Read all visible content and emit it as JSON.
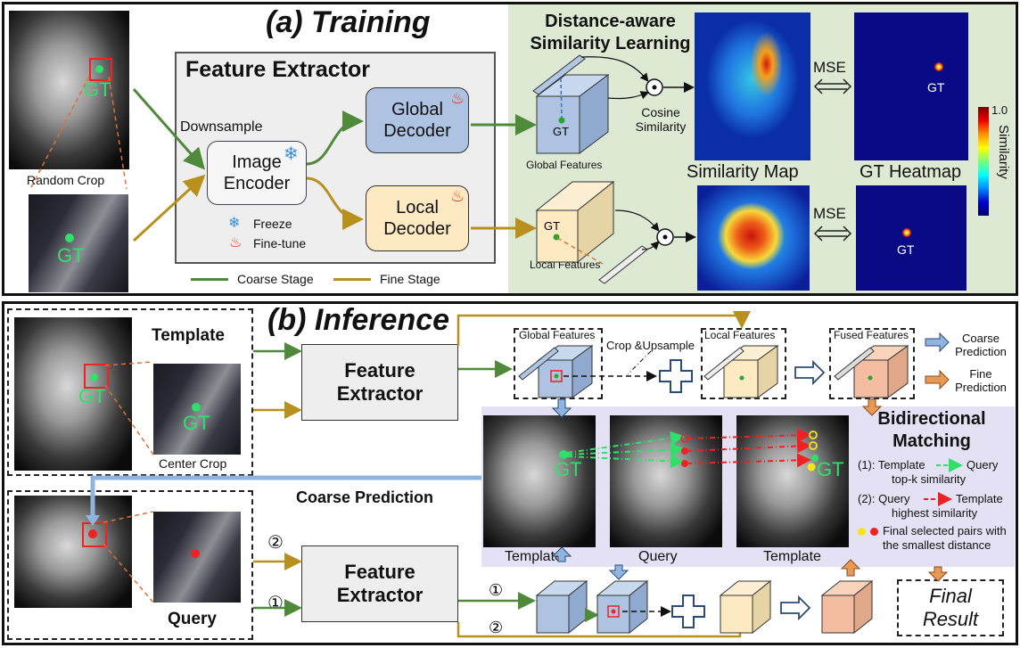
{
  "training": {
    "title": "(a) Training",
    "random_crop": "Random Crop",
    "downsample": "Downsample",
    "feature_extractor": "Feature Extractor",
    "image_encoder": "Image Encoder",
    "global_decoder": "Global Decoder",
    "local_decoder": "Local Decoder",
    "freeze": "Freeze",
    "fine_tune": "Fine-tune",
    "coarse_stage": "Coarse Stage",
    "fine_stage": "Fine Stage",
    "dasl_title": "Distance-aware Similarity Learning",
    "cosine_similarity": "Cosine Similarity",
    "global_features": "Global Features",
    "local_features": "Local Features",
    "similarity_map": "Similarity Map",
    "gt_heatmap": "GT Heatmap",
    "mse": "MSE",
    "gt": "GT",
    "colorbar_max": "1.0",
    "colorbar_label": "Similarity",
    "colors": {
      "coarse": "#4f8a3a",
      "fine": "#b8901e",
      "green_bg": "#dde9d3",
      "global_box": "#aec3e2",
      "local_box": "#fde9c2",
      "gray_box": "#eeeeee"
    }
  },
  "inference": {
    "title": "(b) Inference",
    "template": "Template",
    "center_crop": "Center Crop",
    "query": "Query",
    "feature_extractor": "Feature Extractor",
    "coarse_prediction": "Coarse Prediction",
    "global_features": "Global Features",
    "local_features": "Local Features",
    "fused_features": "Fused Features",
    "crop_upsample": "Crop &Upsample",
    "legend_coarse": "Coarse Prediction",
    "legend_fine": "Fine Prediction",
    "bidirectional": "Bidirectional Matching",
    "step1_a": "(1): Template",
    "step1_b": "Query",
    "step1_c": "top-k similarity",
    "step2_a": "(2): Query",
    "step2_b": "Template",
    "step2_c": "highest similarity",
    "final_pairs": "Final selected pairs with the smallest distance",
    "strip_labels": [
      "Template",
      "Query",
      "Template"
    ],
    "final_result": "Final Result",
    "gt": "GT",
    "num1": "①",
    "num2": "②",
    "colors": {
      "purple_bg": "#e3e1f3",
      "coarse_arrow": "#8fb4e0",
      "fine_arrow": "#e89a55"
    }
  }
}
